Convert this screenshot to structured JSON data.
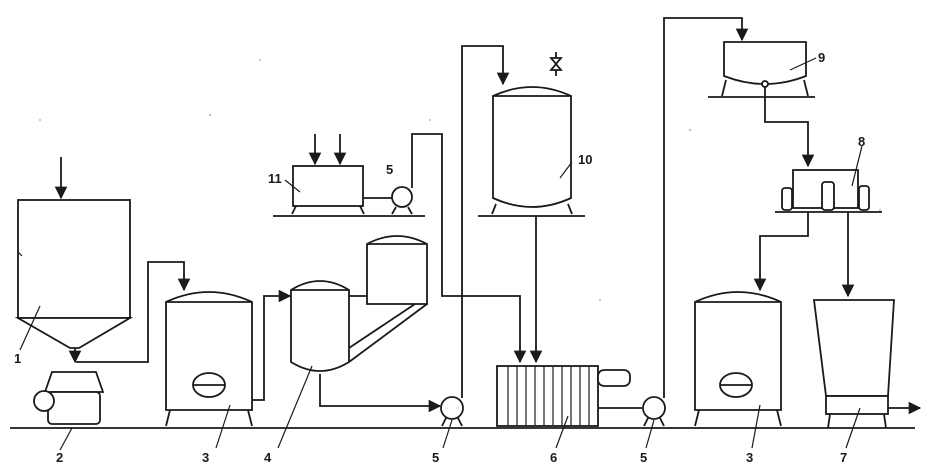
{
  "labels": {
    "bunker": "1",
    "crusher": "2",
    "vessel_left": "3",
    "vessel_right": "3",
    "heater": "4",
    "pump_top": "5",
    "pump_mid": "5",
    "pump_right": "5",
    "filter_press": "6",
    "tank_right": "7",
    "bottle_tray": "8",
    "top_tank": "9",
    "tall_tank": "10",
    "mix_tank": "11"
  }
}
